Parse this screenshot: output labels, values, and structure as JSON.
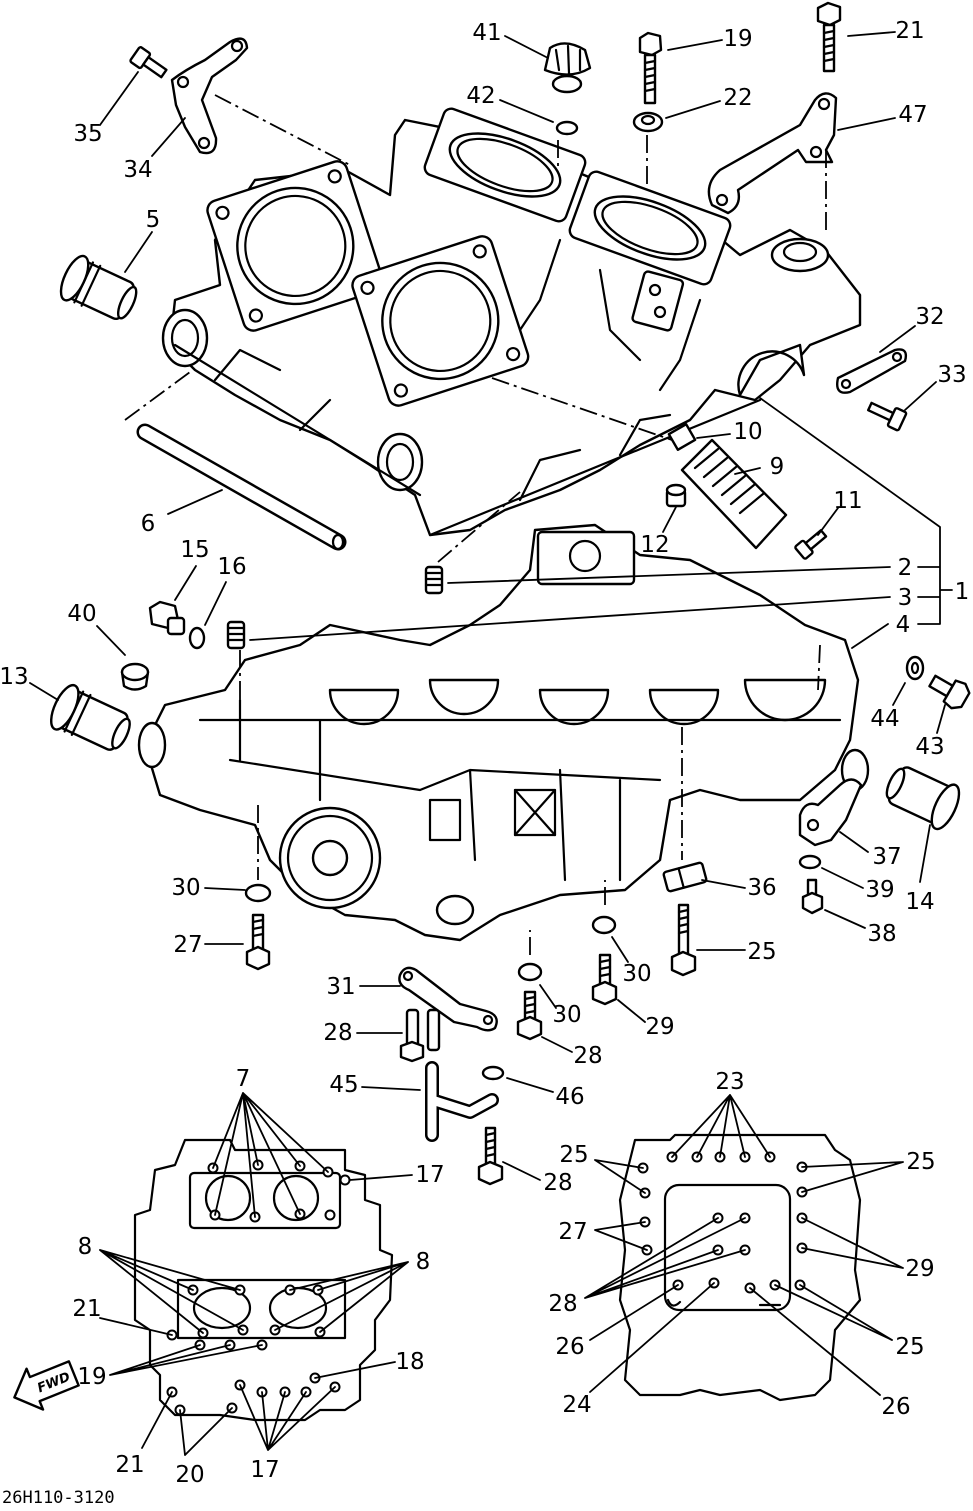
{
  "exploded_view": {
    "callouts": [
      "41",
      "19",
      "21",
      "42",
      "22",
      "47",
      "35",
      "34",
      "5",
      "32",
      "33",
      "10",
      "9",
      "6",
      "11",
      "12",
      "15",
      "16",
      "2",
      "1",
      "3",
      "4",
      "40",
      "13",
      "44",
      "43",
      "37",
      "14",
      "39",
      "30",
      "36",
      "38",
      "27",
      "25",
      "30",
      "31",
      "30",
      "29",
      "28",
      "28",
      "45",
      "46",
      "28"
    ]
  },
  "upper_case_bolt_plan": {
    "callouts": [
      "7",
      "17",
      "8",
      "8",
      "21",
      "19",
      "18",
      "21",
      "20",
      "17"
    ],
    "fwd_label": "FWD"
  },
  "lower_case_bolt_plan": {
    "callouts": [
      "23",
      "25",
      "25",
      "27",
      "29",
      "28",
      "26",
      "25",
      "24",
      "26"
    ]
  },
  "drawing_code": "26H110-3120"
}
